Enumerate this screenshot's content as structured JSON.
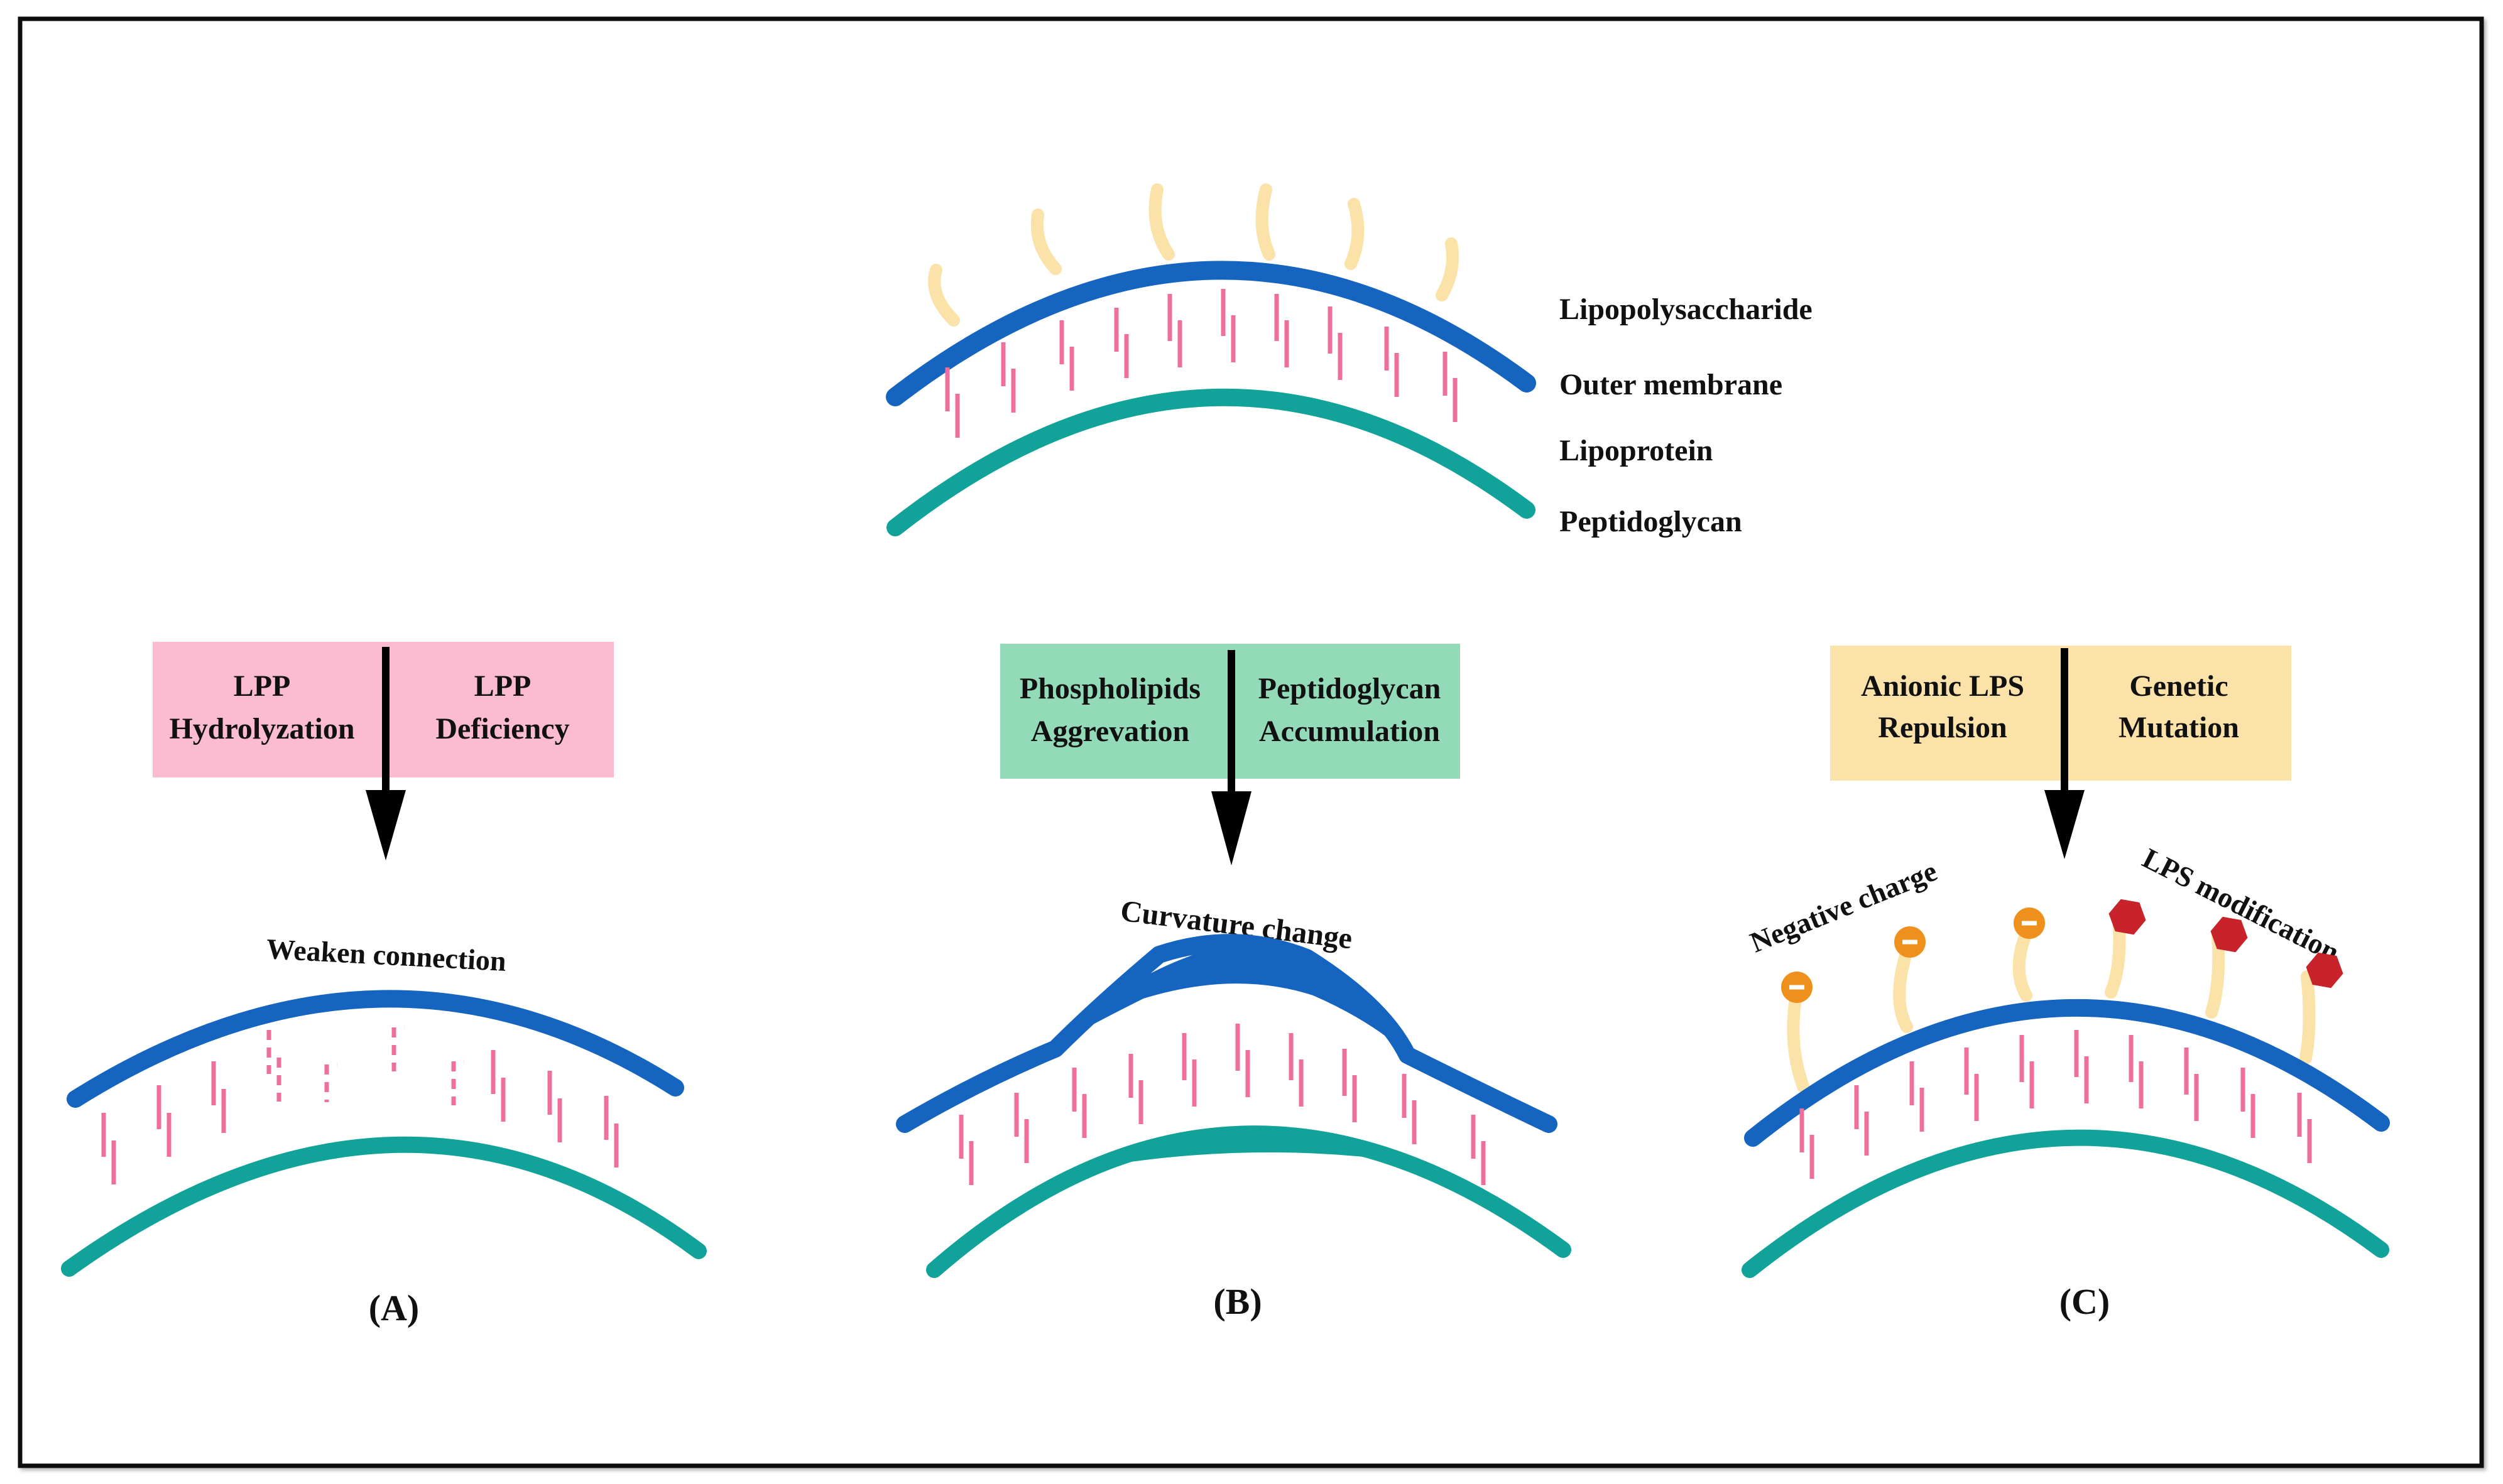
{
  "legend": {
    "lipopolysaccharide": "Lipopolysaccharide",
    "outer_membrane": "Outer membrane",
    "lipoprotein": "Lipoprotein",
    "peptidoglycan": "Peptidoglycan"
  },
  "panel_a": {
    "box_left_line1": "LPP",
    "box_left_line2": "Hydrolyzation",
    "box_right_line1": "LPP",
    "box_right_line2": "Deficiency",
    "caption": "Weaken connection",
    "label": "(A)"
  },
  "panel_b": {
    "box_left_line1": "Phospholipids",
    "box_left_line2": "Aggrevation",
    "box_right_line1": "Peptidoglycan",
    "box_right_line2": "Accumulation",
    "caption": "Curvature change",
    "label": "(B)"
  },
  "panel_c": {
    "box_left_line1": "Anionic LPS",
    "box_left_line2": "Repulsion",
    "box_right_line1": "Genetic",
    "box_right_line2": "Mutation",
    "caption_left": "Negative charge",
    "caption_right": "LPS modification",
    "label": "(C)"
  },
  "colors": {
    "outer_membrane": "#1565c0",
    "peptidoglycan": "#11a39a",
    "lipoprotein": "#ee6f9b",
    "lps": "#fbe2a8",
    "box_a": "#fbbcd2",
    "box_b": "#93dbb8",
    "box_c": "#fbe2a8",
    "negative_charge": "#f0901c",
    "modification": "#c8222a"
  }
}
